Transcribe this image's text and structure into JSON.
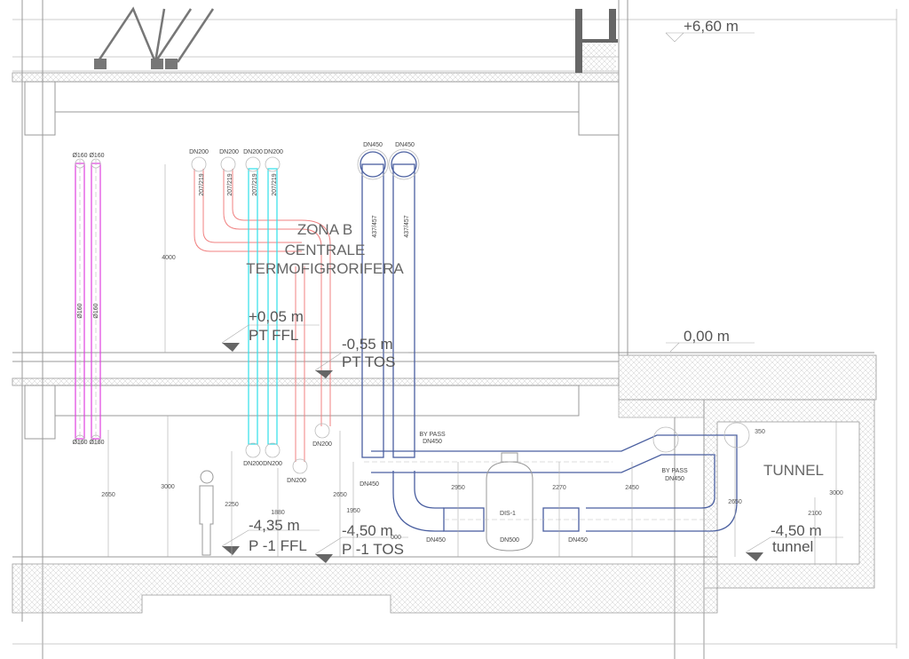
{
  "levels": {
    "top": {
      "value": "+6,60 m"
    },
    "ground": {
      "value": "0,00 m"
    },
    "pt_ffl": {
      "value": "+0,05 m",
      "label": "PT FFL"
    },
    "pt_tos": {
      "value": "-0,55 m",
      "label": "PT TOS"
    },
    "p1_ffl": {
      "value": "-4,35 m",
      "label": "P -1 FFL"
    },
    "p1_tos": {
      "value": "-4,50 m",
      "label": "P -1 TOS"
    },
    "tunnel": {
      "value": "-4,50 m",
      "label": "tunnel"
    }
  },
  "zone": {
    "line1": "ZONA B",
    "line2": "CENTRALE",
    "line3": "TERMOFIGRORIFERA"
  },
  "tunnel_label": "TUNNEL",
  "pipes": {
    "d160": "Ø160",
    "dn200": "DN200",
    "dn450": "DN450",
    "dn500": "DN500",
    "size_200": "207/219",
    "size_450": "437/457",
    "bypass": "BY PASS",
    "equipment": "DIS-1"
  },
  "dimensions": {
    "d4000": "4000",
    "d2650a": "2650",
    "d3000a": "3000",
    "d2250": "2250",
    "d1880": "1880",
    "d2650b": "2650",
    "d1950": "1950",
    "d000": "000",
    "d2950": "2950",
    "d2270": "2270",
    "d2450": "2450",
    "d2650c": "2650",
    "d3000b": "3000",
    "d2100": "2100",
    "d350": "350"
  },
  "colors": {
    "d160": "#e040e0",
    "dn200_supply": "#30e0e8",
    "dn200_return": "#f08080",
    "dn450": "#4a5fa0"
  }
}
